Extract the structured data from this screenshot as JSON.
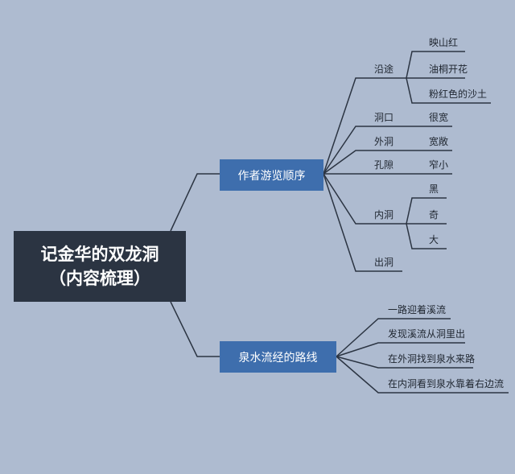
{
  "root": {
    "line1": "记金华的双龙洞",
    "line2": "（内容梳理）"
  },
  "branch1": {
    "title": "作者游览顺序",
    "items": {
      "yantu": "沿途",
      "dongkou": "洞口",
      "waidong": "外洞",
      "kongxi": "孔隙",
      "neidong": "内洞",
      "chudong": "出洞"
    },
    "yantu_details": [
      "映山红",
      "油桐开花",
      "粉红色的沙土"
    ],
    "dongkou_detail": "很宽",
    "waidong_detail": "宽敞",
    "kongxi_detail": "窄小",
    "neidong_details": [
      "黑",
      "奇",
      "大"
    ]
  },
  "branch2": {
    "title": "泉水流经的路线",
    "items": [
      "一路迎着溪流",
      "发现溪流从洞里出",
      "在外洞找到泉水来路",
      "在内洞看到泉水靠着右边流"
    ]
  },
  "colors": {
    "background": "#aebbd0",
    "root": "#2b3442",
    "branch": "#3e6ead",
    "line": "#2b3442"
  }
}
